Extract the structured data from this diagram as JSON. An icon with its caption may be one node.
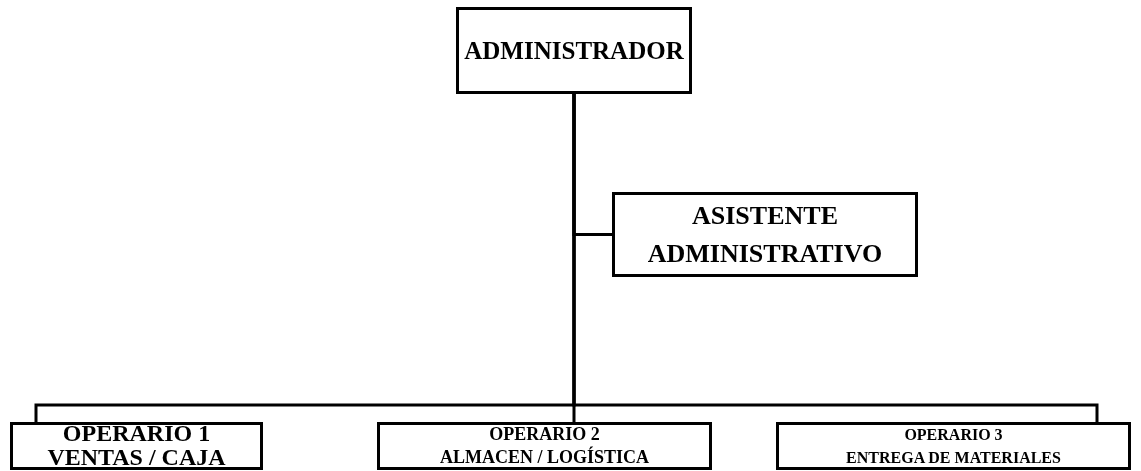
{
  "diagram": {
    "nodes": [
      {
        "text": [
          "ADMINISTRADOR"
        ]
      },
      {
        "text": [
          "ASISTENTE ADMINISTRATIVO"
        ]
      },
      {
        "text": [
          "OPERARIO 1",
          "VENTAS / CAJA"
        ]
      },
      {
        "text": [
          "OPERARIO 2",
          "ALMACEN / LOGÍSTICA"
        ]
      },
      {
        "text": [
          "OPERARIO 3",
          "ENTREGA DE MATERIALES"
        ]
      }
    ],
    "edges": [
      {
        "from": 0,
        "to": 1,
        "arrow": "none"
      },
      {
        "from": 0,
        "to": 2,
        "arrow": "none"
      },
      {
        "from": 0,
        "to": 3,
        "arrow": "none"
      },
      {
        "from": 0,
        "to": 4,
        "arrow": "none"
      }
    ]
  }
}
